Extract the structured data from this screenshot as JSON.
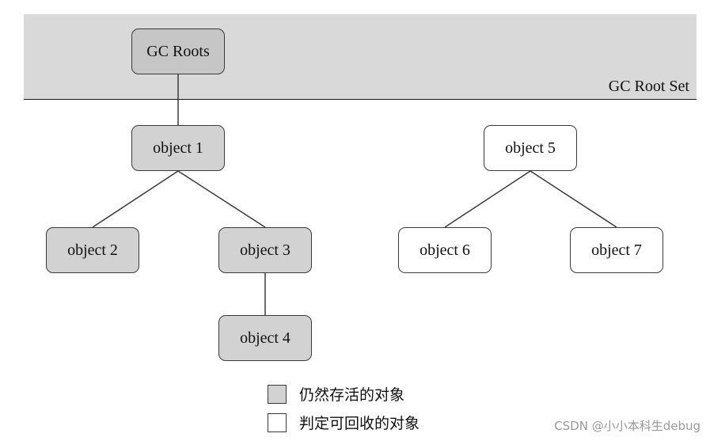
{
  "root_set": {
    "label": "GC Root Set"
  },
  "nodes": {
    "gc_roots": "GC Roots",
    "object1": "object 1",
    "object2": "object 2",
    "object3": "object 3",
    "object4": "object 4",
    "object5": "object 5",
    "object6": "object 6",
    "object7": "object 7"
  },
  "edges": [
    [
      "gc_roots",
      "object1"
    ],
    [
      "object1",
      "object2"
    ],
    [
      "object1",
      "object3"
    ],
    [
      "object3",
      "object4"
    ],
    [
      "object5",
      "object6"
    ],
    [
      "object5",
      "object7"
    ]
  ],
  "legend": {
    "alive": "仍然存活的对象",
    "collectable": "判定可回收的对象"
  },
  "colors": {
    "alive_fill": "#d2d2d2",
    "collectable_fill": "#ffffff",
    "root_band": "#d9d9d9"
  },
  "watermark": "CSDN @小小本科生debug"
}
